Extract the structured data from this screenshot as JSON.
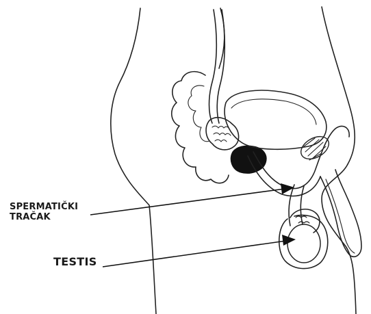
{
  "labels": {
    "spermatic_cord_line1": "SPERMATIČKI",
    "spermatic_cord_line2": "TRAČAK",
    "testis": "TESTIS"
  },
  "colors": {
    "line": "#222222",
    "fill_dark": "#111111",
    "background": "#ffffff"
  }
}
